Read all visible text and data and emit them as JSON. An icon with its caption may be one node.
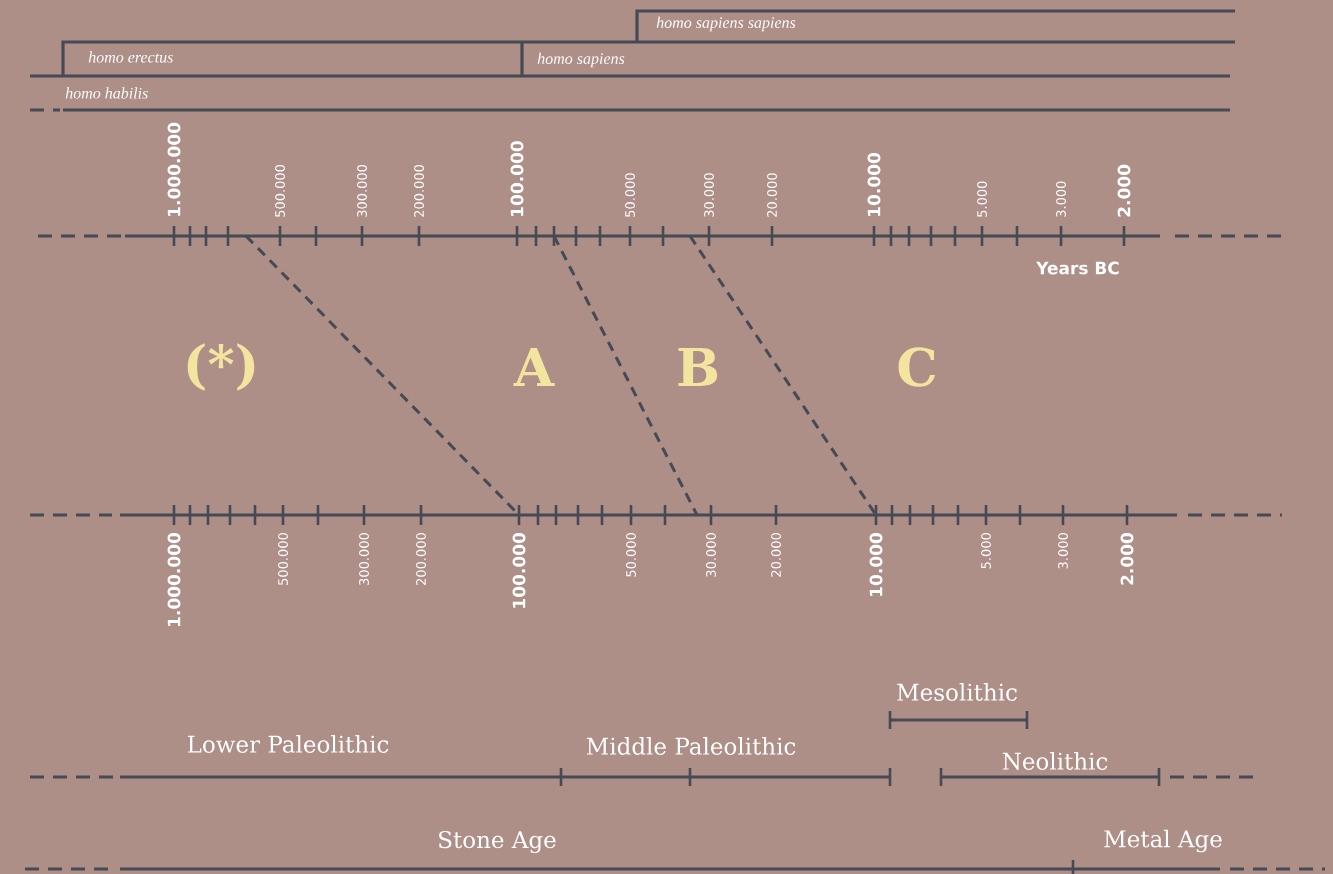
{
  "diagram": {
    "labels": [
      "homo sapiens sapiens",
      "homo erectus",
      "homo sapiens",
      "homo habilis",
      "1.000.000",
      "500.000",
      "300.000",
      "200.000",
      "100.000",
      "50.000",
      "30.000",
      "20.000",
      "10.000",
      "5.000",
      "3.000",
      "2.000",
      "Years BC",
      "(*)",
      "A",
      "B",
      "C",
      "1.000.000",
      "500.000",
      "300.000",
      "200.000",
      "100.000",
      "50.000",
      "30.000",
      "20.000",
      "10.000",
      "5.000",
      "3.000",
      "2.000",
      "Mesolithic",
      "Lower Paleolithic",
      "Middle Paleolithic",
      "Neolithic",
      "Stone Age",
      "Metal Age"
    ]
  }
}
